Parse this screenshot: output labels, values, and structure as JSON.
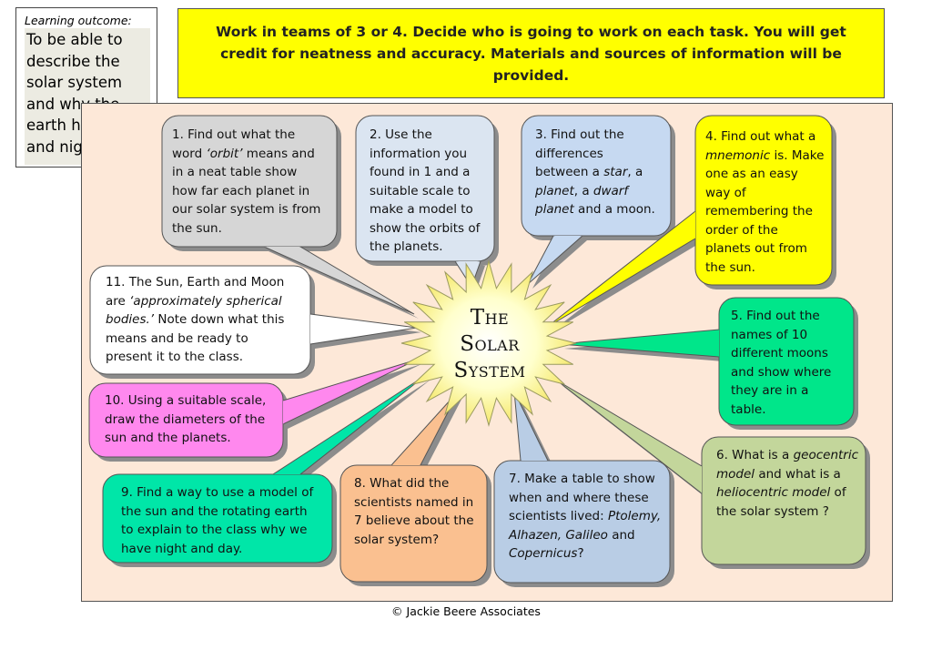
{
  "learning_outcome": {
    "heading": "Learning outcome:",
    "text": "To be able to describe the solar system and why the earth has day and night."
  },
  "instructions": "Work in teams of 3 or 4. Decide who is going to work on each task. You will get credit for neatness and accuracy. Materials and sources of information will be provided.",
  "center": {
    "line1": "The",
    "line2": "Solar",
    "line3": "System",
    "color": "#ffffcc"
  },
  "tasks": [
    {
      "id": 1,
      "color": "#d6d6d6",
      "segments": [
        [
          "1. Find out what the word ",
          false
        ],
        [
          "‘orbit’",
          true
        ],
        [
          " means and in a neat table show how far each planet in our solar system is from the sun.",
          false
        ]
      ]
    },
    {
      "id": 2,
      "color": "#dbe5f1",
      "segments": [
        [
          "2. Use the information you found in 1 and a suitable scale to make a model to show the orbits of the planets.",
          false
        ]
      ]
    },
    {
      "id": 3,
      "color": "#c6d9f1",
      "segments": [
        [
          "3. Find out the differences between a ",
          false
        ],
        [
          "star",
          true
        ],
        [
          ", a ",
          false
        ],
        [
          "planet",
          true
        ],
        [
          ", a ",
          false
        ],
        [
          "dwarf planet",
          true
        ],
        [
          " and a moon.",
          false
        ]
      ]
    },
    {
      "id": 4,
      "color": "#ffff00",
      "segments": [
        [
          "4. Find out what a ",
          false
        ],
        [
          "mnemonic",
          true
        ],
        [
          " is. Make one as an easy way of remembering the order of the planets out from the sun.",
          false
        ]
      ]
    },
    {
      "id": 5,
      "color": "#00e68a",
      "segments": [
        [
          "5. Find out the names of 10 different moons and show where they are in a table.",
          false
        ]
      ]
    },
    {
      "id": 6,
      "color": "#c3d69b",
      "segments": [
        [
          "6. What is a ",
          false
        ],
        [
          "geocentric model",
          true
        ],
        [
          " and what is a ",
          false
        ],
        [
          "heliocentric model",
          true
        ],
        [
          " of the solar system ?",
          false
        ]
      ]
    },
    {
      "id": 7,
      "color": "#b9cde5",
      "segments": [
        [
          "7. Make a table to show when and where these scientists lived: ",
          false
        ],
        [
          "Ptolemy, Alhazen, Galileo",
          true
        ],
        [
          " and ",
          false
        ],
        [
          "Copernicus",
          true
        ],
        [
          "?",
          false
        ]
      ]
    },
    {
      "id": 8,
      "color": "#fac090",
      "segments": [
        [
          "8. What did the scientists named in 7 believe about the solar system?",
          false
        ]
      ]
    },
    {
      "id": 9,
      "color": "#00e6a8",
      "segments": [
        [
          "9. Find a way to use a model of the sun and the rotating earth to explain to the class why we have night and day.",
          false
        ]
      ]
    },
    {
      "id": 10,
      "color": "#ff88ee",
      "segments": [
        [
          "10. Using a suitable scale, draw the diameters of the sun and the planets.",
          false
        ]
      ]
    },
    {
      "id": 11,
      "color": "#ffffff",
      "segments": [
        [
          "11. The Sun, Earth and Moon are ",
          false
        ],
        [
          "‘approximately spherical bodies.’",
          true
        ],
        [
          " Note down what this means and be ready to present it to the class.",
          false
        ]
      ]
    }
  ],
  "copyright": "© Jackie Beere Associates"
}
